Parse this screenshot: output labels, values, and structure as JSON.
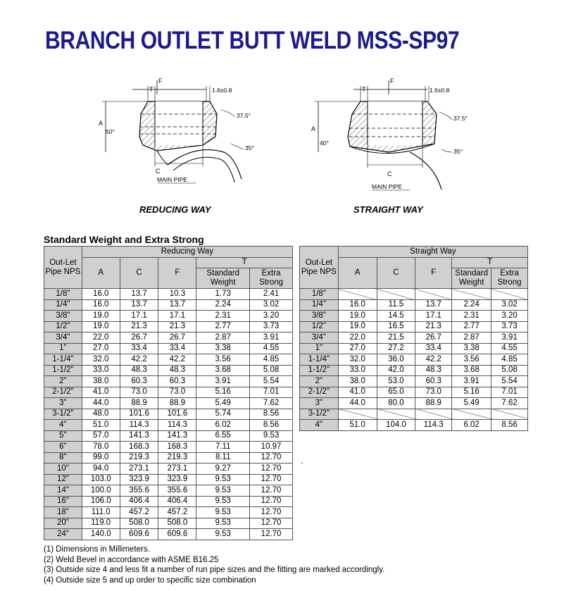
{
  "title": "BRANCH OUTLET BUTT WELD MSS-SP97",
  "diagrams": {
    "reducing": {
      "caption": "REDUCING WAY",
      "labels": {
        "f": "F",
        "t": "T",
        "tol": "1.6±0.8",
        "a": "A",
        "angle1": "50°",
        "angle2": "37.5°",
        "angle3": "35°",
        "c": "C",
        "pipe": "MAIN PIPE"
      }
    },
    "straight": {
      "caption": "STRAIGHT WAY",
      "labels": {
        "f": "F",
        "t": "T",
        "tol": "1.6±0.8",
        "a": "A",
        "angle1": "40°",
        "angle2": "37.5°",
        "angle3": "35°",
        "c": "C",
        "pipe": "MAIN PIPE"
      }
    }
  },
  "subtitle": "Standard Weight and Extra Strong",
  "left_table": {
    "header": {
      "outlet": "Out-Let Pipe NPS",
      "group": "Reducing Way",
      "a": "A",
      "c": "C",
      "f": "F",
      "t": "T",
      "std": "Standard Weight",
      "xs": "Extra Strong"
    },
    "rows": [
      [
        "1/8\"",
        "16.0",
        "13.7",
        "10.3",
        "1.73",
        "2.41"
      ],
      [
        "1/4\"",
        "16.0",
        "13.7",
        "13.7",
        "2.24",
        "3.02"
      ],
      [
        "3/8\"",
        "19.0",
        "17.1",
        "17.1",
        "2.31",
        "3.20"
      ],
      [
        "1/2\"",
        "19.0",
        "21.3",
        "21.3",
        "2.77",
        "3.73"
      ],
      [
        "3/4\"",
        "22.0",
        "26.7",
        "26.7",
        "2.87",
        "3.91"
      ],
      [
        "1\"",
        "27.0",
        "33.4",
        "33.4",
        "3.38",
        "4.55"
      ],
      [
        "1-1/4\"",
        "32.0",
        "42.2",
        "42.2",
        "3.56",
        "4.85"
      ],
      [
        "1-1/2\"",
        "33.0",
        "48.3",
        "48.3",
        "3.68",
        "5.08"
      ],
      [
        "2\"",
        "38.0",
        "60.3",
        "60.3",
        "3.91",
        "5.54"
      ],
      [
        "2-1/2\"",
        "41.0",
        "73.0",
        "73.0",
        "5.16",
        "7.01"
      ],
      [
        "3\"",
        "44.0",
        "88.9",
        "88.9",
        "5.49",
        "7.62"
      ],
      [
        "3-1/2\"",
        "48.0",
        "101.6",
        "101.6",
        "5.74",
        "8.56"
      ],
      [
        "4\"",
        "51.0",
        "114.3",
        "114.3",
        "6.02",
        "8.56"
      ],
      [
        "5\"",
        "57.0",
        "141.3",
        "141.3",
        "6.55",
        "9.53"
      ],
      [
        "6\"",
        "78.0",
        "168.3",
        "168.3",
        "7.11",
        "10.97"
      ],
      [
        "8\"",
        "99.0",
        "219.3",
        "219.3",
        "8.11",
        "12.70"
      ],
      [
        "10\"",
        "94.0",
        "273.1",
        "273.1",
        "9.27",
        "12.70"
      ],
      [
        "12\"",
        "103.0",
        "323.9",
        "323.9",
        "9.53",
        "12.70"
      ],
      [
        "14\"",
        "100.0",
        "355.6",
        "355.6",
        "9.53",
        "12.70"
      ],
      [
        "16\"",
        "106.0",
        "406.4",
        "406.4",
        "9.53",
        "12.70"
      ],
      [
        "18\"",
        "111.0",
        "457.2",
        "457.2",
        "9.53",
        "12.70"
      ],
      [
        "20\"",
        "119.0",
        "508.0",
        "508.0",
        "9.53",
        "12.70"
      ],
      [
        "24\"",
        "140.0",
        "609.6",
        "609.6",
        "9.53",
        "12.70"
      ]
    ]
  },
  "right_table": {
    "header": {
      "outlet": "Out-Let Pipe NPS",
      "group": "Straight Way",
      "a": "A",
      "c": "C",
      "f": "F",
      "t": "T",
      "std": "Standard Weight",
      "xs": "Extra Strong"
    },
    "rows": [
      [
        "1/8\"",
        "",
        "",
        "",
        "",
        ""
      ],
      [
        "1/4\"",
        "16.0",
        "11.5",
        "13.7",
        "2.24",
        "3.02"
      ],
      [
        "3/8\"",
        "19.0",
        "14.5",
        "17.1",
        "2.31",
        "3.20"
      ],
      [
        "1/2\"",
        "19.0",
        "16.5",
        "21.3",
        "2.77",
        "3.73"
      ],
      [
        "3/4\"",
        "22.0",
        "21.5",
        "26.7",
        "2.87",
        "3.91"
      ],
      [
        "1\"",
        "27.0",
        "27.2",
        "33.4",
        "3.38",
        "4.55"
      ],
      [
        "1-1/4\"",
        "32.0",
        "36.0",
        "42.2",
        "3.56",
        "4.85"
      ],
      [
        "1-1/2\"",
        "33.0",
        "42.0",
        "48.3",
        "3.68",
        "5.08"
      ],
      [
        "2\"",
        "38.0",
        "53.0",
        "60.3",
        "3.91",
        "5.54"
      ],
      [
        "2-1/2\"",
        "41.0",
        "65.0",
        "73.0",
        "5.16",
        "7.01"
      ],
      [
        "3\"",
        "44.0",
        "80.0",
        "88.9",
        "5.49",
        "7.62"
      ],
      [
        "3-1/2\"",
        "",
        "",
        "",
        "",
        ""
      ],
      [
        "4\"",
        "51.0",
        "104.0",
        "114.3",
        "6.02",
        "8.56"
      ]
    ]
  },
  "dot": ".",
  "notes": [
    "(1) Dimensions in Millimeters.",
    "(2) Weld Bevel in accordance with ASME B16.25",
    "(3) Outside size 4 and less fit a number of run pipe sizes and the fitting are marked accordingly.",
    "(4) Outside size 5 and up order to specific size combination"
  ]
}
